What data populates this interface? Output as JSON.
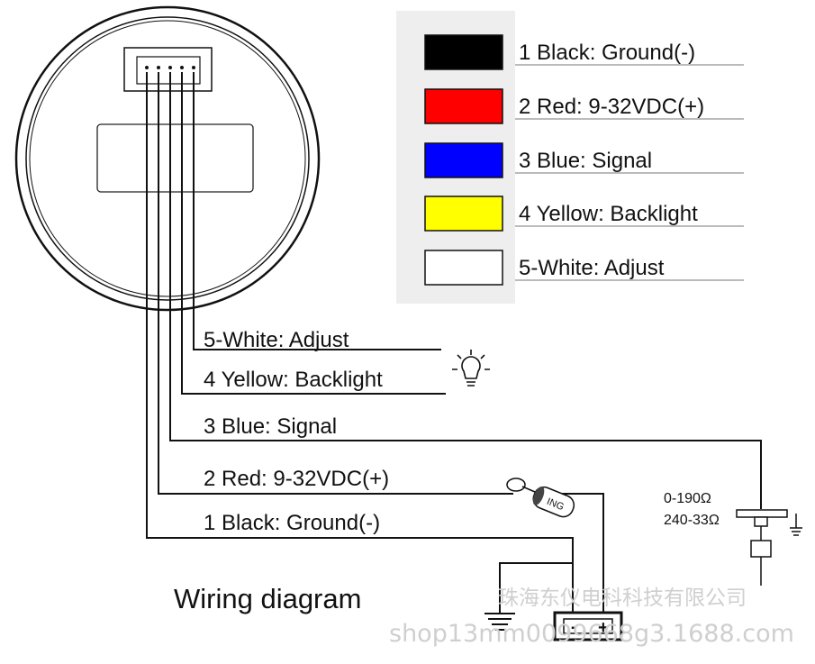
{
  "legend": {
    "items": [
      {
        "label": "1 Black: Ground(-)",
        "color": "#000000"
      },
      {
        "label": "2 Red: 9-32VDC(+)",
        "color": "#ff0000"
      },
      {
        "label": "3 Blue: Signal",
        "color": "#0000ff"
      },
      {
        "label": "4 Yellow: Backlight",
        "color": "#ffff00"
      },
      {
        "label": "5-White: Adjust",
        "color": "#ffffff"
      }
    ]
  },
  "wires": {
    "white": "5-White: Adjust",
    "yellow": "4 Yellow: Backlight",
    "blue": "3 Blue: Signal",
    "red": "2 Red: 9-32VDC(+)",
    "black": "1 Black: Ground(-)"
  },
  "ignition": {
    "label": "ING"
  },
  "battery": {
    "minus": "-",
    "plus": "+"
  },
  "sensor": {
    "range1": "0-190Ω",
    "range2": "240-33Ω"
  },
  "title": "Wiring diagram",
  "watermark": {
    "company": "珠海东仪电科科技有限公司",
    "shop": "shop13mm0099668g3.1688.com"
  },
  "icons": {
    "bulb": "light-bulb-icon",
    "key": "ignition-key-icon",
    "ground": "ground-icon",
    "battery": "battery-icon",
    "sensor": "float-sensor-icon"
  }
}
